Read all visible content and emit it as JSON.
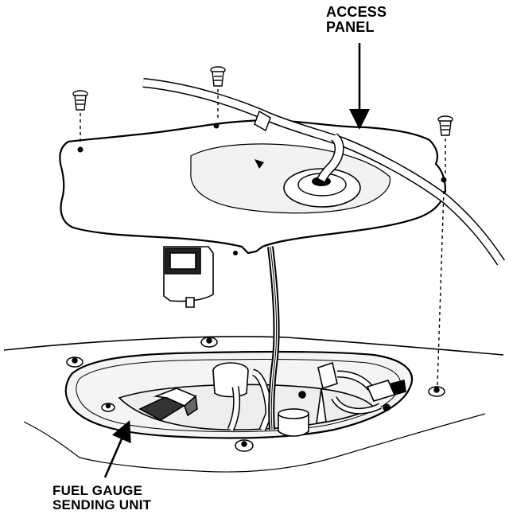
{
  "labels": {
    "access_panel": [
      "ACCESS",
      "PANEL"
    ],
    "fuel_gauge_sending_unit": [
      "FUEL GAUGE",
      "SENDING UNIT"
    ]
  },
  "colors": {
    "line": "#000000",
    "paper": "#ffffff",
    "shade": "#e9e9e9"
  }
}
